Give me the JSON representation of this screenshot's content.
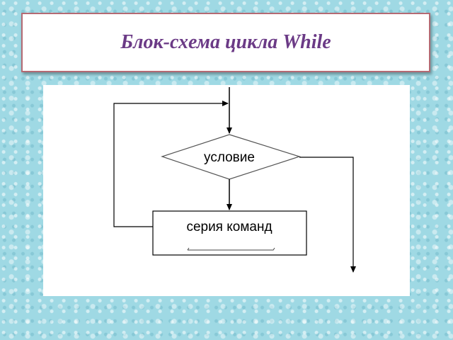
{
  "header": {
    "title": "Блок-схема цикла While"
  },
  "diagram": {
    "condition_label": "условие",
    "body_label": "серия команд",
    "colors": {
      "stroke": "#000000",
      "fill": "#ffffff"
    }
  }
}
